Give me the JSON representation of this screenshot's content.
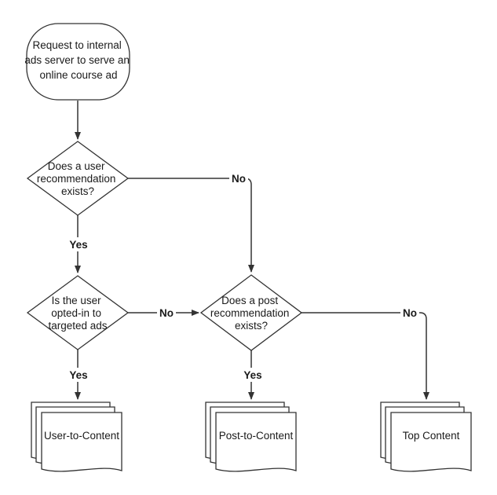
{
  "nodes": {
    "start": {
      "lines": [
        "Request to internal",
        "ads server to serve an",
        "online course ad"
      ]
    },
    "user_rec": {
      "lines": [
        "Does a user",
        "recommendation",
        "exists?"
      ]
    },
    "opted_in": {
      "lines": [
        "Is the user",
        "opted-in to",
        "targeted ads"
      ]
    },
    "post_rec": {
      "lines": [
        "Does a post",
        "recommendation",
        "exists?"
      ]
    },
    "user_to_content": {
      "lines": [
        "User-to-Content"
      ]
    },
    "post_to_content": {
      "lines": [
        "Post-to-Content"
      ]
    },
    "top_content": {
      "lines": [
        "Top Content"
      ]
    }
  },
  "edge_labels": {
    "user_rec_no": "No",
    "user_rec_yes": "Yes",
    "opted_in_no": "No",
    "opted_in_yes": "Yes",
    "post_rec_yes": "Yes",
    "post_rec_no": "No"
  }
}
